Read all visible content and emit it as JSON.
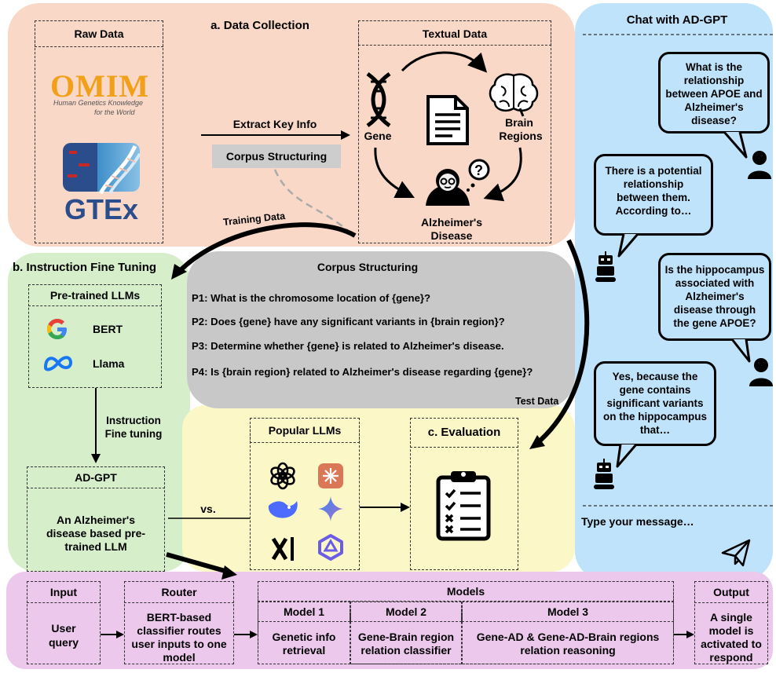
{
  "data_collection": {
    "title": "a. Data Collection",
    "raw_data_label": "Raw Data",
    "omim_logo": "OMIM",
    "omim_tagline_1": "Human Genetics Knowledge",
    "omim_tagline_2": "for the World",
    "gtex_logo": "GTEx",
    "extract_label": "Extract Key Info",
    "corpus_button": "Corpus Structuring",
    "textual_data_label": "Textual Data",
    "gene_label": "Gene",
    "brain_label_1": "Brain",
    "brain_label_2": "Regions",
    "ad_label_1": "Alzheimer's",
    "ad_label_2": "Disease"
  },
  "arrows": {
    "training_data": "Training Data",
    "test_data": "Test Data",
    "vs": "vs."
  },
  "fine_tuning": {
    "title": "b. Instruction Fine Tuning",
    "pretrained_label": "Pre-trained LLMs",
    "models": [
      "BERT",
      "Llama"
    ],
    "instruction_label_1": "Instruction",
    "instruction_label_2": "Fine tuning",
    "adgpt_label": "AD-GPT",
    "adgpt_desc": [
      "An Alzheimer's",
      "disease based pre-",
      "trained LLM"
    ]
  },
  "corpus": {
    "title": "Corpus Structuring",
    "prompts": [
      "P1: What is the chromosome location of {gene}?",
      "P2: Does {gene} have any significant variants in {brain region}?",
      "P3: Determine whether {gene} is related to Alzheimer's disease.",
      "P4: Is {brain region} related to Alzheimer's disease regarding {gene}?"
    ]
  },
  "evaluation": {
    "popular_label": "Popular LLMs",
    "title": "c. Evaluation"
  },
  "chat": {
    "title": "Chat with AD-GPT",
    "messages": [
      {
        "role": "user",
        "lines": [
          "What is the",
          "relationship",
          "between APOE and",
          "Alzheimer's",
          "disease?"
        ]
      },
      {
        "role": "bot",
        "lines": [
          "There is a potential",
          "relationship",
          "between them.",
          "According to…"
        ]
      },
      {
        "role": "user",
        "lines": [
          "Is the hippocampus",
          "associated with",
          "Alzheimer's",
          "disease through",
          "the gene APOE?"
        ]
      },
      {
        "role": "bot",
        "lines": [
          "Yes, because the",
          "gene contains",
          "significant variants",
          "on the hippocampus",
          "that…"
        ]
      }
    ],
    "input_placeholder": "Type your message…",
    "send_icon": "paper-plane-icon"
  },
  "pipeline": {
    "input_label": "Input",
    "input_value": [
      "User",
      "query"
    ],
    "router_label": "Router",
    "router_value": [
      "BERT-based",
      "classifier routes",
      "user inputs to one",
      "model"
    ],
    "models_label": "Models",
    "model1_label": "Model 1",
    "model1_value": [
      "Genetic info",
      "retrieval"
    ],
    "model2_label": "Model 2",
    "model2_value": [
      "Gene-Brain region",
      "relation classifier"
    ],
    "model3_label": "Model 3",
    "model3_value": [
      "Gene-AD & Gene-AD-Brain regions",
      "relation reasoning"
    ],
    "output_label": "Output",
    "output_value": [
      "A single",
      "model is",
      "activated to",
      "respond"
    ]
  },
  "colors": {
    "data_collection_bg": "#f9d8c7",
    "fine_tuning_bg": "#d7eecb",
    "corpus_bg": "#c8c8c8",
    "evaluation_bg": "#fbf7c7",
    "chat_bg": "#bfe3fb",
    "pipeline_bg": "#ecc8ec",
    "omim_orange": "#f2a019",
    "gtex_blue": "#2b4d8c"
  }
}
